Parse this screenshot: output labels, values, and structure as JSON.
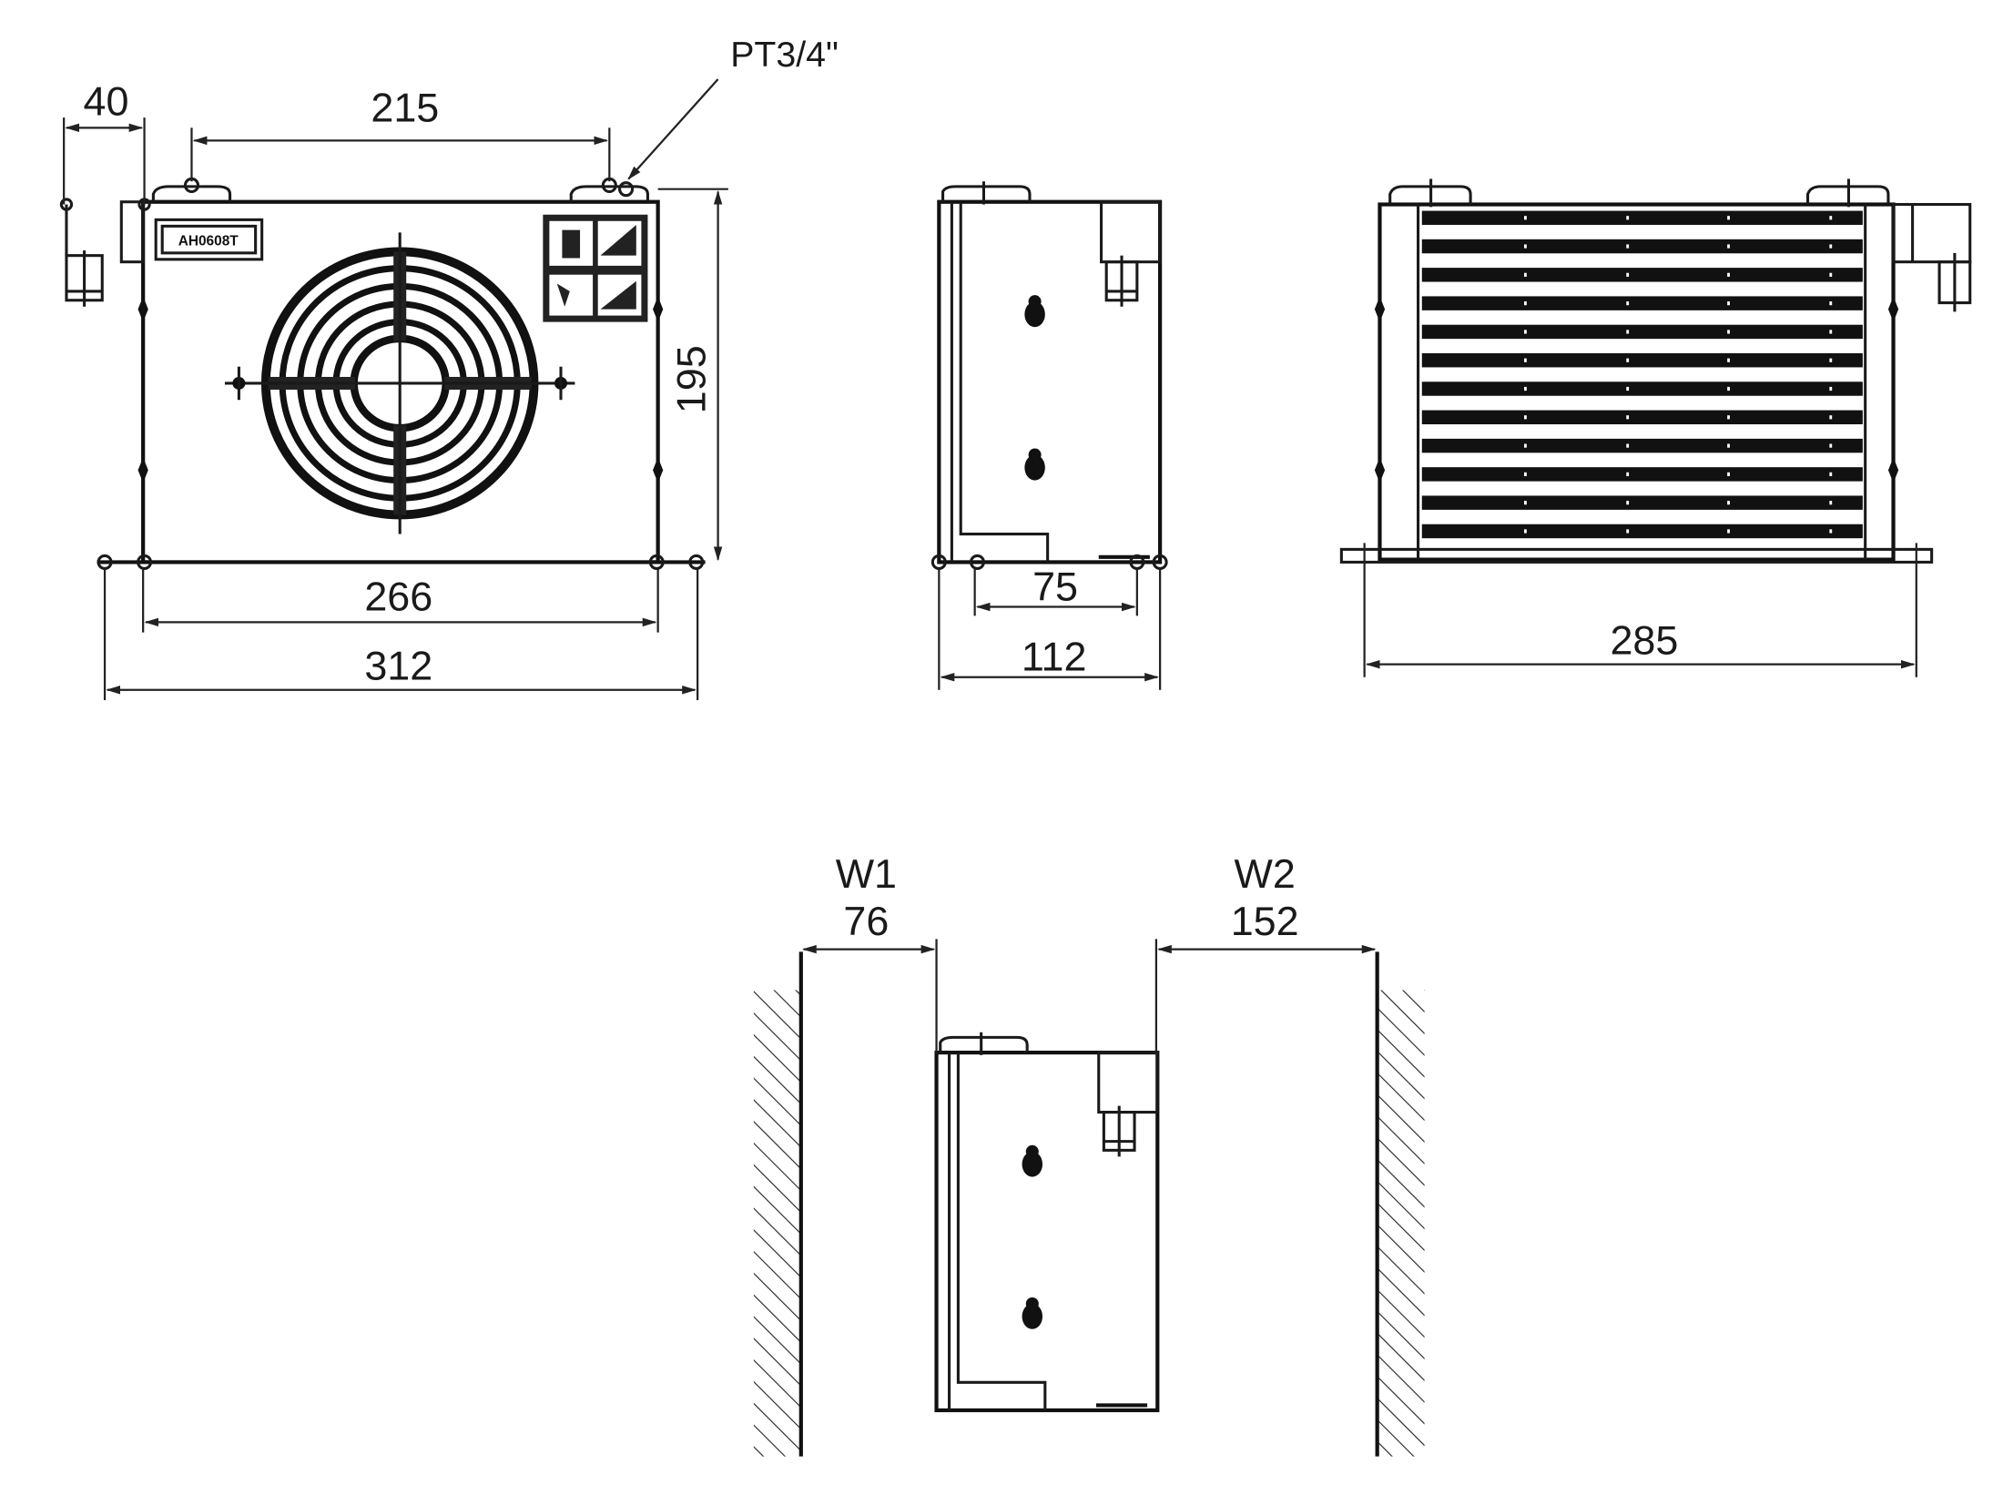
{
  "front_view": {
    "model_label": "AH0608T",
    "port_callout": "PT3/4\"",
    "dim_connector_offset": "40",
    "dim_port_spacing": "215",
    "dim_height": "195",
    "dim_mount_spacing": "266",
    "dim_overall_width": "312"
  },
  "side_view": {
    "dim_mount_spacing": "75",
    "dim_depth": "112"
  },
  "rear_view": {
    "dim_width": "285"
  },
  "clearance_view": {
    "w1_label": "W1",
    "w1_value": "76",
    "w2_label": "W2",
    "w2_value": "152"
  }
}
